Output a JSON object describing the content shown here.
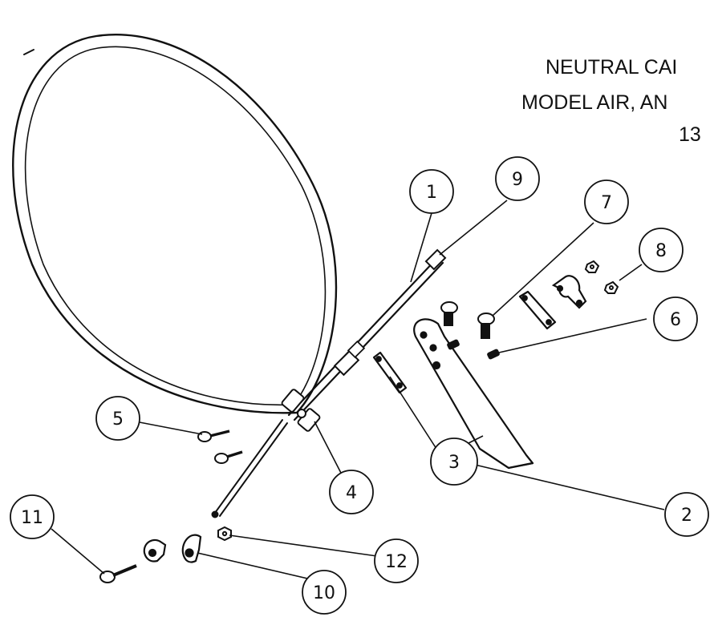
{
  "title": {
    "line1": "NEUTRAL CAI",
    "line2": "MODEL AIR, AN",
    "line3": "13"
  },
  "callouts": {
    "c1": "1",
    "c2": "2",
    "c3": "3",
    "c4": "4",
    "c5": "5",
    "c6": "6",
    "c7": "7",
    "c8": "8",
    "c9": "9",
    "c10": "10",
    "c11": "11",
    "c12": "12"
  },
  "colors": {
    "ink": "#111111",
    "background": "#ffffff"
  }
}
